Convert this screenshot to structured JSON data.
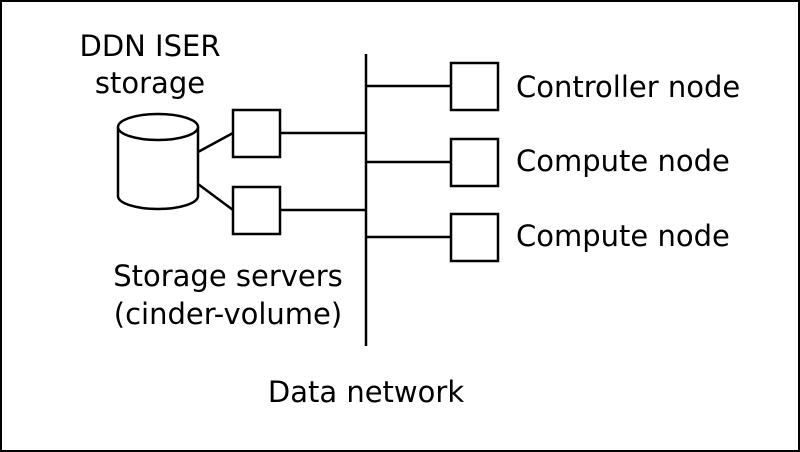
{
  "storage": {
    "title_line1": "DDN ISER",
    "title_line2": "storage"
  },
  "servers": {
    "label_line1": "Storage servers",
    "label_line2": "(cinder-volume)"
  },
  "network": {
    "label": "Data network"
  },
  "nodes": [
    {
      "label": "Controller node"
    },
    {
      "label": "Compute node"
    },
    {
      "label": "Compute node"
    }
  ]
}
